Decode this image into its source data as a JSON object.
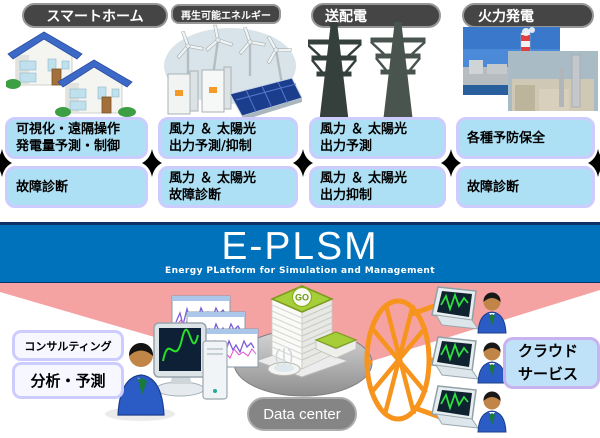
{
  "headers": {
    "smart_home": "スマートホーム",
    "renewable": "再生可能エネルギー",
    "transmission": "送配電",
    "thermal": "火力発電"
  },
  "feature_boxes": {
    "smart_home": [
      {
        "line1": "可視化・遠隔操作",
        "line2": "発電量予測・制御"
      },
      {
        "line1": "故障診断",
        "line2": ""
      }
    ],
    "renewable": [
      {
        "line1": "風力 ＆ 太陽光",
        "line2": "出力予測/抑制"
      },
      {
        "line1": "風力 ＆ 太陽光",
        "line2": "故障診断"
      }
    ],
    "transmission": [
      {
        "line1": "風力 ＆ 太陽光",
        "line2": "出力予測"
      },
      {
        "line1": "風力 ＆ 太陽光",
        "line2": "出力抑制"
      }
    ],
    "thermal": [
      {
        "line1": "各種予防保全",
        "line2": ""
      },
      {
        "line1": "故障診断",
        "line2": ""
      }
    ]
  },
  "banner": {
    "title": "E-PLSM",
    "subtitle": "Energy PLatform for Simulation and Management",
    "bg_color": "#0072BC"
  },
  "bottom": {
    "consulting": "コンサルティング",
    "analysis": "分析・予測",
    "datacenter": "Data center",
    "cloud_line1": "クラウド",
    "cloud_line2": "サービス",
    "building_logo": "GO"
  },
  "colors": {
    "feature_box_fill": "#ADE0F4",
    "feature_box_border": "#CCCCFF",
    "banner_blue": "#0072BC",
    "funnel_pink": "#F5A2A2",
    "network_orange": "#F7941D",
    "header_badge_bg": "#454545"
  }
}
